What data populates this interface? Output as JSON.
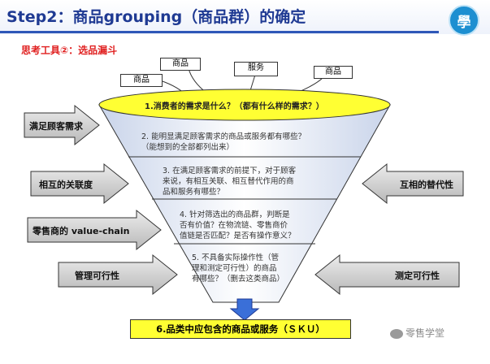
{
  "header": {
    "title": "Step2：商品grouping（商品群）的确定",
    "logo_char": "學"
  },
  "subtitle": "思考工具②：选品漏斗",
  "inputs": {
    "goods_left": "商品",
    "goods_top": "商品",
    "service": "服务",
    "goods_right": "商品"
  },
  "funnel": {
    "step1": "1.消费者的需求是什么？（都有什么样的需求？）",
    "step2": [
      "2. 能明显满足顾客需求的商品或服务都有哪些？",
      "（能想到的全部都列出来）"
    ],
    "step3": [
      "3. 在满足顾客需求的前提下，对于顾客",
      "来说，有相互关联、相互替代作用的商",
      "品和服务有哪些？"
    ],
    "step4": [
      "4. 针对筛选出的商品群，判断是",
      "否有价值？在物流链、零售商价",
      "值链是否匹配？是否有操作意义？"
    ],
    "step5": [
      "5. 不具备实际操作性（管",
      "理和测定可行性）的商品",
      "有哪些？（删去这类商品）"
    ],
    "final": "6.品类中应包含的商品或服务（ＳＫＵ）"
  },
  "arrows": {
    "left": [
      "满足顾客需求",
      "相互的关联度",
      "零售商的 value-chain",
      "管理可行性"
    ],
    "right": [
      "互相的替代性",
      "测定可行性"
    ]
  },
  "watermark": "零售学堂",
  "colors": {
    "title": "#1f3a93",
    "subtitle": "#e02020",
    "ellipse": "#ffff33",
    "arrow": "#cfcfcf",
    "down_arrow": "#3a6fd8"
  }
}
